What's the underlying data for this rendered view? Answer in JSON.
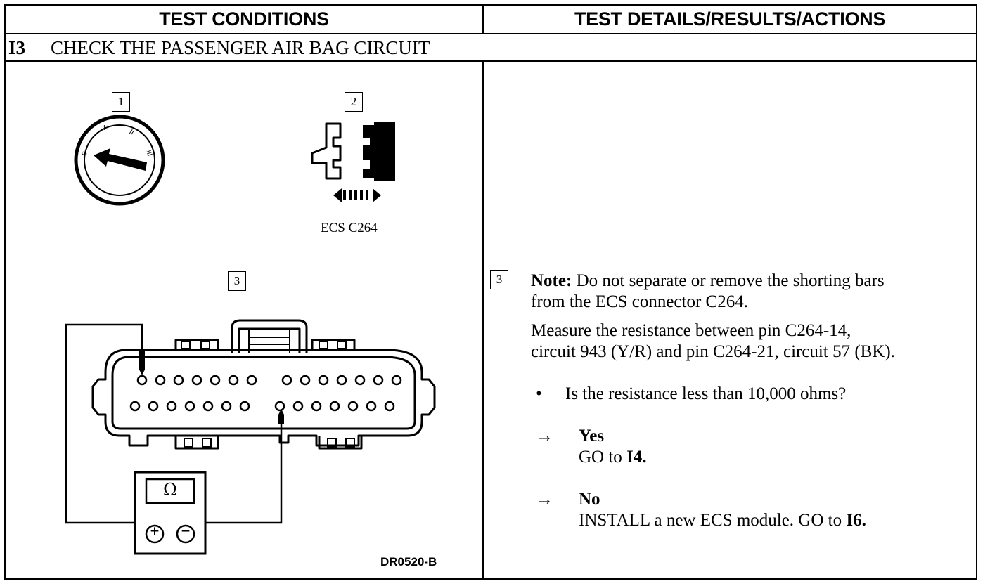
{
  "headers": {
    "left": "TEST CONDITIONS",
    "right": "TEST DETAILS/RESULTS/ACTIONS"
  },
  "step": {
    "id": "I3",
    "title": "CHECK THE PASSENGER AIR BAG CIRCUIT"
  },
  "figures": {
    "step1_label": "1",
    "step2_label": "2",
    "step3_label": "3",
    "connector_caption": "ECS C264",
    "meter_symbol": "Ω",
    "meter_plus": "+",
    "meter_minus": "−",
    "figure_code": "DR0520-B"
  },
  "details": {
    "step_ref": "3",
    "note_label": "Note:",
    "note_line1": "Do not separate or remove the shorting bars",
    "note_line2": "from the ECS connector C264.",
    "measure_line1": "Measure the resistance between pin C264-14,",
    "measure_line2": "circuit 943 (Y/R) and pin C264-21, circuit 57 (BK).",
    "bullet": "•",
    "question": "Is the resistance less than 10,000 ohms?",
    "arrow": "→",
    "yes_label": "Yes",
    "yes_action_prefix": "GO to",
    "yes_action_target": "I4.",
    "no_label": "No",
    "no_action_prefix": "INSTALL a new ECS module. GO to",
    "no_action_target": "I6."
  }
}
